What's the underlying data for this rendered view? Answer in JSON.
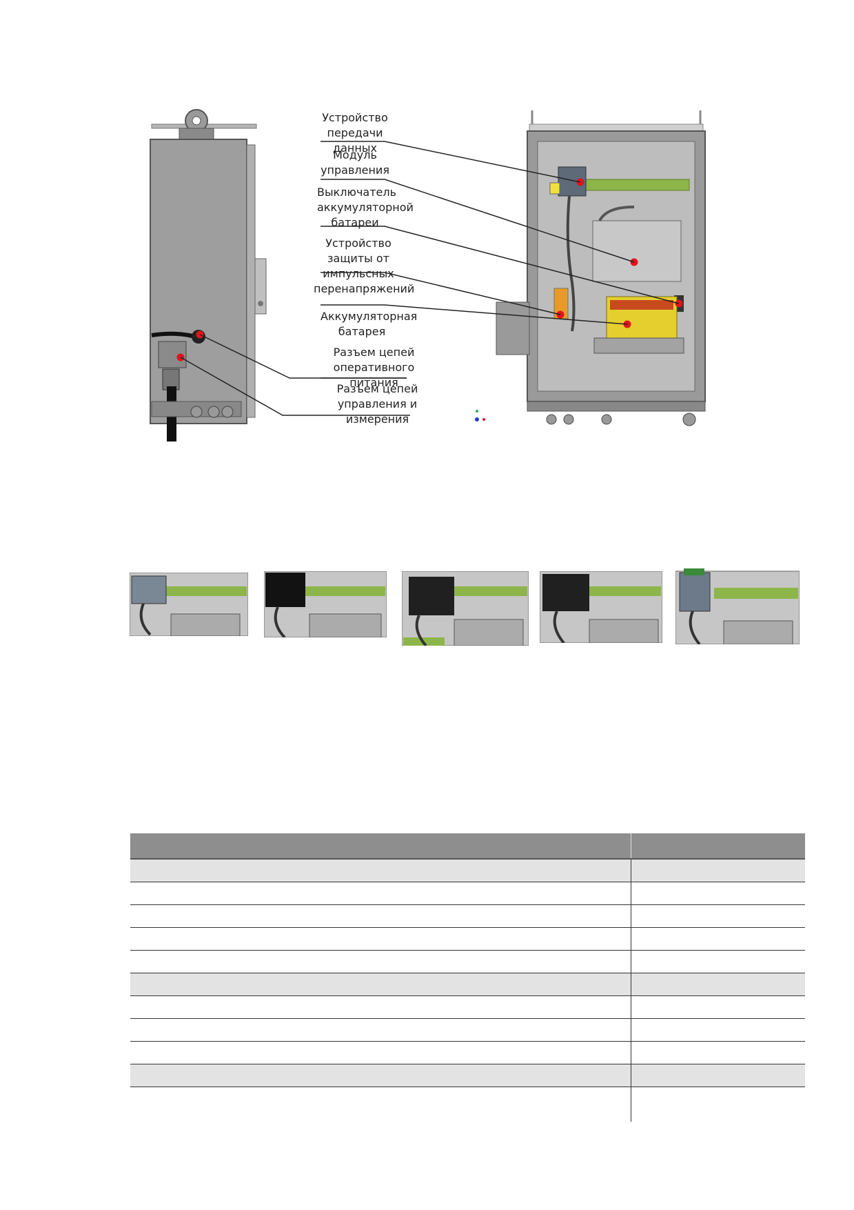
{
  "figure": {
    "callouts": [
      "Устройство передачи данных",
      "Модуль управления",
      "Выключатель аккумуляторной батареи",
      "Устройство защиты от импульсных перенапряжений",
      "Аккумуляторная батарея",
      "Разъем цепей оперативного питания",
      "Разъем цепей управления и измерения"
    ],
    "dot_color": "#e0141c",
    "panel_green": "#8db54a",
    "cabinet_gray": "#9c9c9c"
  },
  "thumbnails": {
    "count": 5,
    "variants": [
      "gray-module",
      "black-module",
      "black-module-green",
      "black-module-2",
      "din-rail-module"
    ]
  },
  "table": {
    "header": [
      "",
      ""
    ],
    "rows": [
      {
        "shade": true
      },
      {
        "shade": false
      },
      {
        "shade": false
      },
      {
        "shade": false
      },
      {
        "shade": false
      },
      {
        "shade": true
      },
      {
        "shade": false
      },
      {
        "shade": false
      },
      {
        "shade": false
      },
      {
        "shade": true
      },
      {
        "shade": false
      }
    ]
  }
}
